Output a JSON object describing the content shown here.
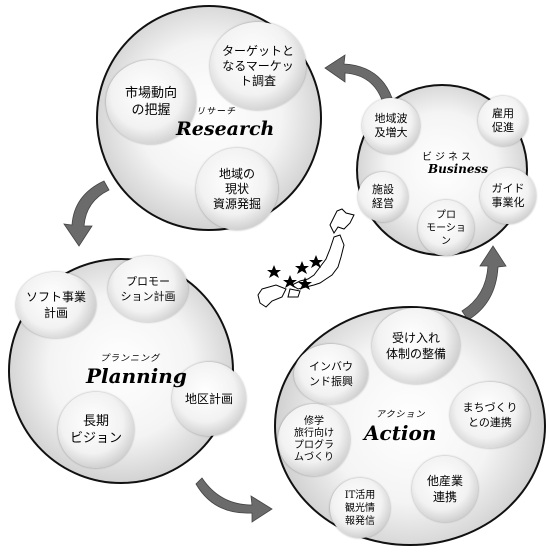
{
  "research": {
    "kana": "リサーチ",
    "title": "Research",
    "items": [
      "ターゲットと\nなるマーケッ\nト調査",
      "市場動向\nの把握",
      "地域の\n現状\n資源発掘"
    ]
  },
  "business": {
    "kana": "ビジネス",
    "title": "Business",
    "items": [
      "地域波\n及増大",
      "雇用\n促進",
      "施設\n経営",
      "ガイド\n事業化",
      "プロ\nモーショ\nン"
    ]
  },
  "planning": {
    "kana": "プランニング",
    "title": "Planning",
    "items": [
      "ソフト事業\n計画",
      "プロモー\nション計画",
      "地区計画",
      "長期\nビジョン"
    ]
  },
  "action": {
    "kana": "アクション",
    "title": "Action",
    "items": [
      "受け入れ\n体制の整備",
      "インバウ\nンド振興",
      "まちづくり\nとの連携",
      "修学\n旅行向け\nプログラ\nムづくり",
      "他産業\n連携",
      "IT活用\n観光情\n報発信"
    ]
  },
  "colors": {
    "arrow": "#6b6b6b",
    "outline": "#111111"
  },
  "map": {
    "icon": "japan-map-icon"
  }
}
